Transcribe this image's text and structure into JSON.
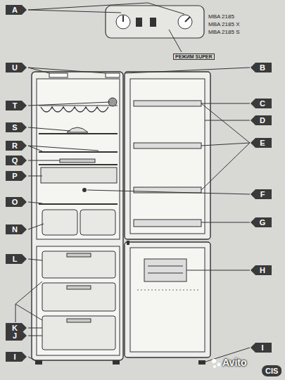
{
  "diagram": {
    "nodes": [
      {
        "text": [
          "A"
        ]
      },
      {
        "text": [
          "U"
        ]
      },
      {
        "text": [
          "B"
        ]
      },
      {
        "text": [
          "T"
        ]
      },
      {
        "text": [
          "C"
        ]
      },
      {
        "text": [
          "D"
        ]
      },
      {
        "text": [
          "S"
        ]
      },
      {
        "text": [
          "E"
        ]
      },
      {
        "text": [
          "R"
        ]
      },
      {
        "text": [
          "Q"
        ]
      },
      {
        "text": [
          "P"
        ]
      },
      {
        "text": [
          "F"
        ]
      },
      {
        "text": [
          "O"
        ]
      },
      {
        "text": [
          "G"
        ]
      },
      {
        "text": [
          "N"
        ]
      },
      {
        "text": [
          "L"
        ]
      },
      {
        "text": [
          "H"
        ]
      },
      {
        "text": [
          "K"
        ]
      },
      {
        "text": [
          "J"
        ]
      },
      {
        "text": [
          "I"
        ]
      },
      {
        "text": [
          "I"
        ]
      },
      {
        "text": [
          "CIS"
        ]
      }
    ],
    "labels": [
      "MBA 2185",
      "MBA 2185 X",
      "MBA 2185 S",
      "РЕЖИМ SUPER",
      "Avito"
    ]
  }
}
